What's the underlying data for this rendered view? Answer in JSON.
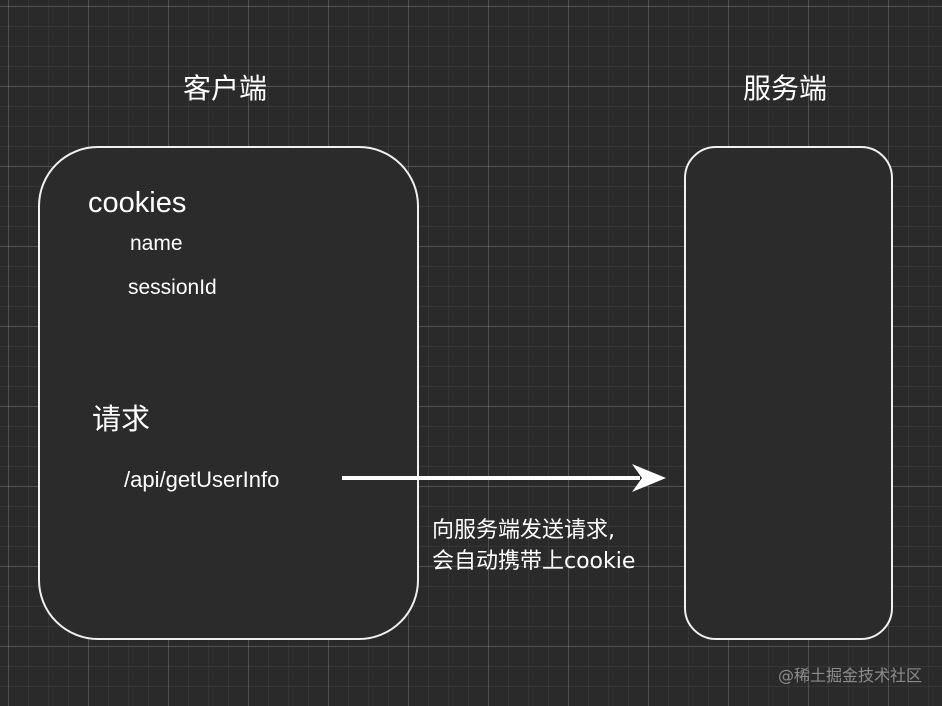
{
  "client": {
    "title": "客户端",
    "cookies_label": "cookies",
    "cookie_items": [
      "name",
      "sessionId"
    ],
    "request_label": "请求",
    "request_url": "/api/getUserInfo"
  },
  "server": {
    "title": "服务端"
  },
  "arrow": {
    "label_lines": [
      "向服务端发送请求,",
      "会自动携带上cookie"
    ]
  },
  "watermark": "@稀土掘金技术社区",
  "colors": {
    "background": "#2a2a2a",
    "box_fill": "#2b2b2b",
    "box_border": "#f0f0f0",
    "text": "#ffffff",
    "arrow": "#ffffff"
  }
}
